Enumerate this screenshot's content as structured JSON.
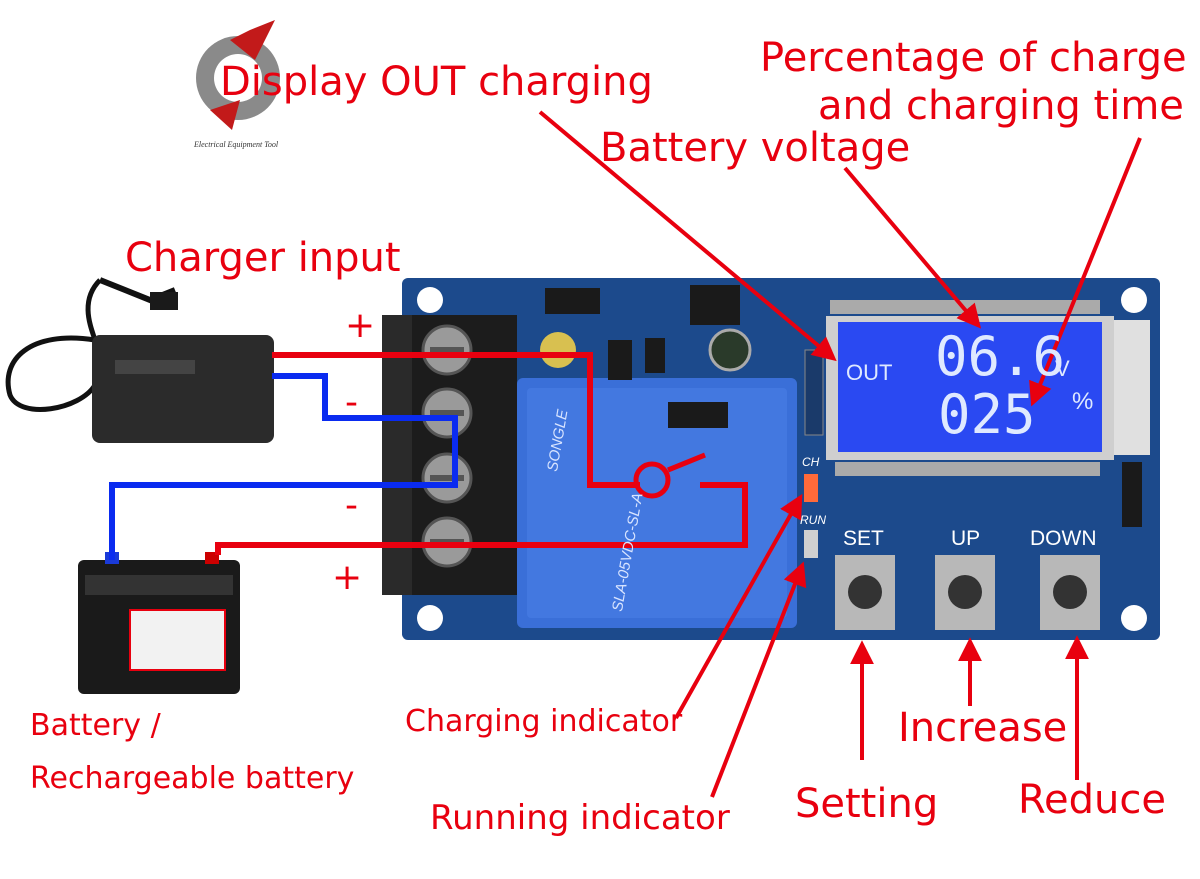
{
  "logo": {
    "text": "Electrical Equipment Tool"
  },
  "labels": {
    "display_out": "Display OUT charging",
    "percentage_line1": "Percentage of charge",
    "percentage_line2": "and charging time",
    "battery_voltage": "Battery voltage",
    "charger_input": "Charger input",
    "battery_line1": "Battery /",
    "battery_line2": "Rechargeable battery",
    "charging_indicator": "Charging indicator",
    "running_indicator": "Running indicator",
    "setting": "Setting",
    "increase": "Increase",
    "reduce": "Reduce"
  },
  "terminals": {
    "plus_top": "+",
    "minus_1": "-",
    "minus_2": "-",
    "plus_bottom": "+"
  },
  "lcd": {
    "out": "OUT",
    "voltage": "06.6",
    "unit_v": "V",
    "percent": "025",
    "unit_pct": "%"
  },
  "board": {
    "ch": "CH",
    "run": "RUN",
    "set": "SET",
    "up": "UP",
    "down": "DOWN",
    "relay_brand": "SONGLE",
    "relay_model": "SLA-05VDC-SL-A"
  },
  "colors": {
    "annotation": "#e8000f",
    "pcb": "#1c4a8c",
    "lcd": "#2a49f2",
    "wire_pos": "#e8000f",
    "wire_neg": "#0a2bf0"
  }
}
